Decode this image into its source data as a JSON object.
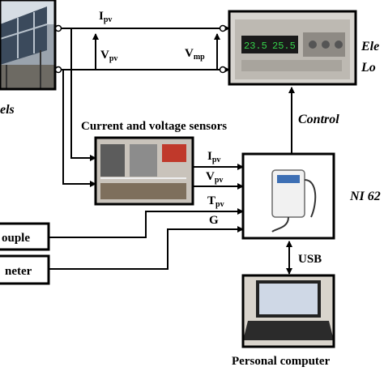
{
  "signals": {
    "ipv_main": "I",
    "ipv_main_sub": "pv",
    "vpv_main": "V",
    "vpv_main_sub": "pv",
    "vmp": "V",
    "vmp_sub": "mp",
    "ipv": "I",
    "ipv_sub": "pv",
    "vpv": "V",
    "vpv_sub": "pv",
    "tpv": "T",
    "tpv_sub": "pv",
    "g": "G"
  },
  "labels": {
    "panels": "els",
    "electronic_load_line1": "Ele",
    "electronic_load_line2": "Lo",
    "sensors": "Current and voltage sensors",
    "control": "Control",
    "ni_device": "NI 62",
    "thermocouple": "ouple",
    "pyranometer": "neter",
    "usb": "USB",
    "personal_computer": "Personal computer"
  },
  "load_display": {
    "left": "23.5",
    "right": "25.5"
  }
}
